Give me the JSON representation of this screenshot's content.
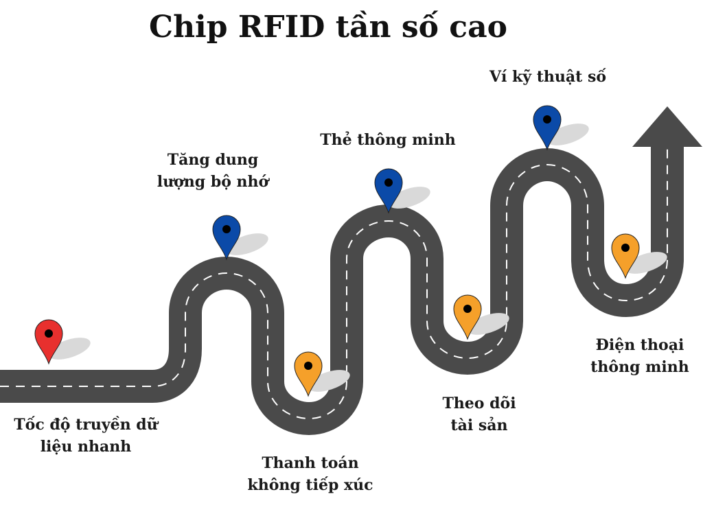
{
  "title": "Chip RFID tần số cao",
  "colors": {
    "road": "#4a4a4a",
    "dash": "#ffffff",
    "shadow": "#d9d9d9",
    "pin_red": "#e8302e",
    "pin_blue": "#0b4aa8",
    "pin_orange": "#f5a02a"
  },
  "milestones": [
    {
      "label_line1": "Tốc độ truyền dữ",
      "label_line2": "liệu nhanh",
      "pin_color": "red"
    },
    {
      "label_line1": "Tăng dung",
      "label_line2": "lượng bộ nhớ",
      "pin_color": "blue"
    },
    {
      "label_line1": "Thanh toán",
      "label_line2": "không tiếp xúc",
      "pin_color": "orange"
    },
    {
      "label_line1": "Thẻ thông minh",
      "label_line2": "",
      "pin_color": "blue"
    },
    {
      "label_line1": "Theo dõi",
      "label_line2": "tài sản",
      "pin_color": "orange"
    },
    {
      "label_line1": "Ví kỹ thuật số",
      "label_line2": "",
      "pin_color": "blue"
    },
    {
      "label_line1": "Điện thoại",
      "label_line2": "thông minh",
      "pin_color": "orange"
    }
  ]
}
